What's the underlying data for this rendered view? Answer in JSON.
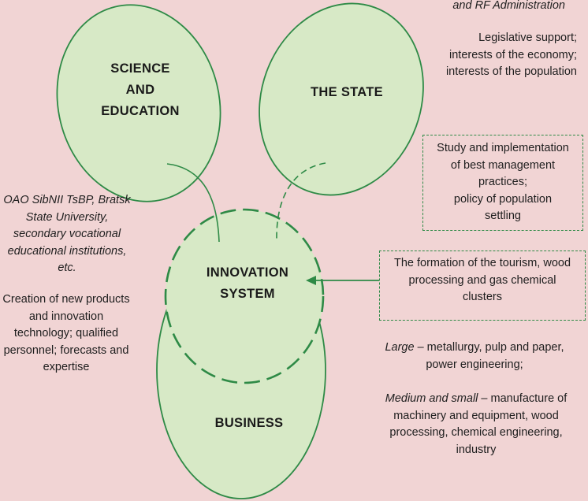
{
  "nodes": {
    "science": {
      "line1": "SCIENCE",
      "line2": "AND",
      "line3": "EDUCATION"
    },
    "state": {
      "label": "THE STATE"
    },
    "innovation": {
      "line1": "INNOVATION",
      "line2": "SYSTEM"
    },
    "business": {
      "label": "BUSINESS"
    }
  },
  "state_info": {
    "authority": "and RF Administration",
    "line1": "Legislative support;",
    "line2": "interests of the economy;",
    "line3": "interests of the population"
  },
  "management_box": {
    "line1": "Study and implementation",
    "line2": "of best management",
    "line3": "practices;",
    "line4": "policy of population",
    "line5": "settling"
  },
  "clusters_box": {
    "line1": "The formation of the tourism, wood",
    "line2": "processing and gas chemical",
    "line3": "clusters"
  },
  "science_info": {
    "institutions": {
      "line1": "OAO SibNII TsBP, Bratsk",
      "line2": "State University,",
      "line3": "secondary vocational",
      "line4": "educational institutions,",
      "line5": "etc."
    },
    "outputs": {
      "line1": "Creation of new products",
      "line2": "and innovation",
      "line3": "technology; qualified",
      "line4": "personnel; forecasts and",
      "line5": "expertise"
    }
  },
  "business_info": {
    "large_term": "Large",
    "large_text": " – metallurgy, pulp and paper,",
    "large_line2": "power engineering;",
    "medium_term": "Medium and small",
    "medium_text": " – manufacture of",
    "medium_line2": "machinery and equipment, wood",
    "medium_line3": "processing, chemical engineering,",
    "medium_line4": "industry"
  },
  "colors": {
    "background": "#f1d4d4",
    "shape_fill": "#d7e9c6",
    "shape_stroke": "#2e8a46"
  }
}
